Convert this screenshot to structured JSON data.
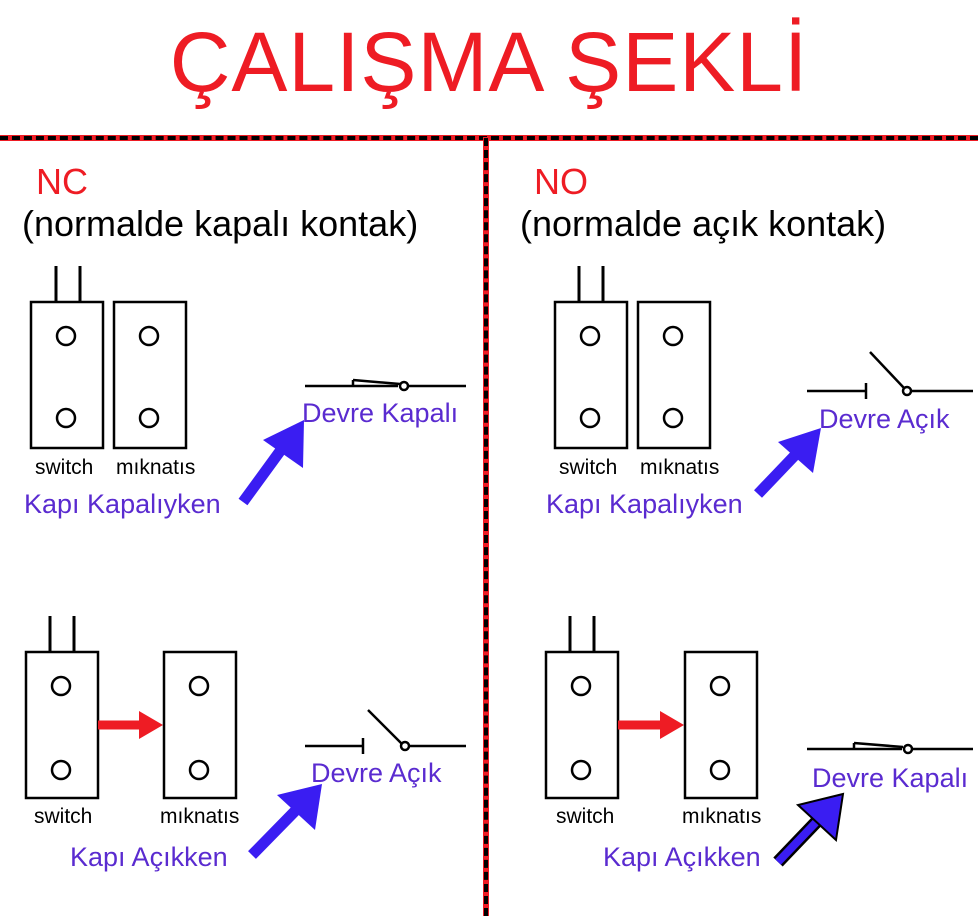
{
  "title": "ÇALIŞMA ŞEKLİ",
  "colors": {
    "title": "#ee1c24",
    "accent_label": "#5a2bd0",
    "blue_arrow": "#3a1df2",
    "red_arrow": "#ee1c24",
    "divider_black": "#000000",
    "divider_red": "#ee1c24"
  },
  "nc": {
    "code": "NC",
    "description": "(normalde kapalı kontak)",
    "closed_state": {
      "switch_label": "switch",
      "magnet_label": "mıknatıs",
      "door_label": "Kapı Kapalıyken",
      "circuit_label": "Devre Kapalı"
    },
    "open_state": {
      "switch_label": "switch",
      "magnet_label": "mıknatıs",
      "door_label": "Kapı Açıkken",
      "circuit_label": "Devre Açık"
    }
  },
  "no": {
    "code": "NO",
    "description": "(normalde açık kontak)",
    "closed_state": {
      "switch_label": "switch",
      "magnet_label": "mıknatıs",
      "door_label": "Kapı Kapalıyken",
      "circuit_label": "Devre Açık"
    },
    "open_state": {
      "switch_label": "switch",
      "magnet_label": "mıknatıs",
      "door_label": "Kapı Açıkken",
      "circuit_label": "Devre Kapalı"
    }
  }
}
